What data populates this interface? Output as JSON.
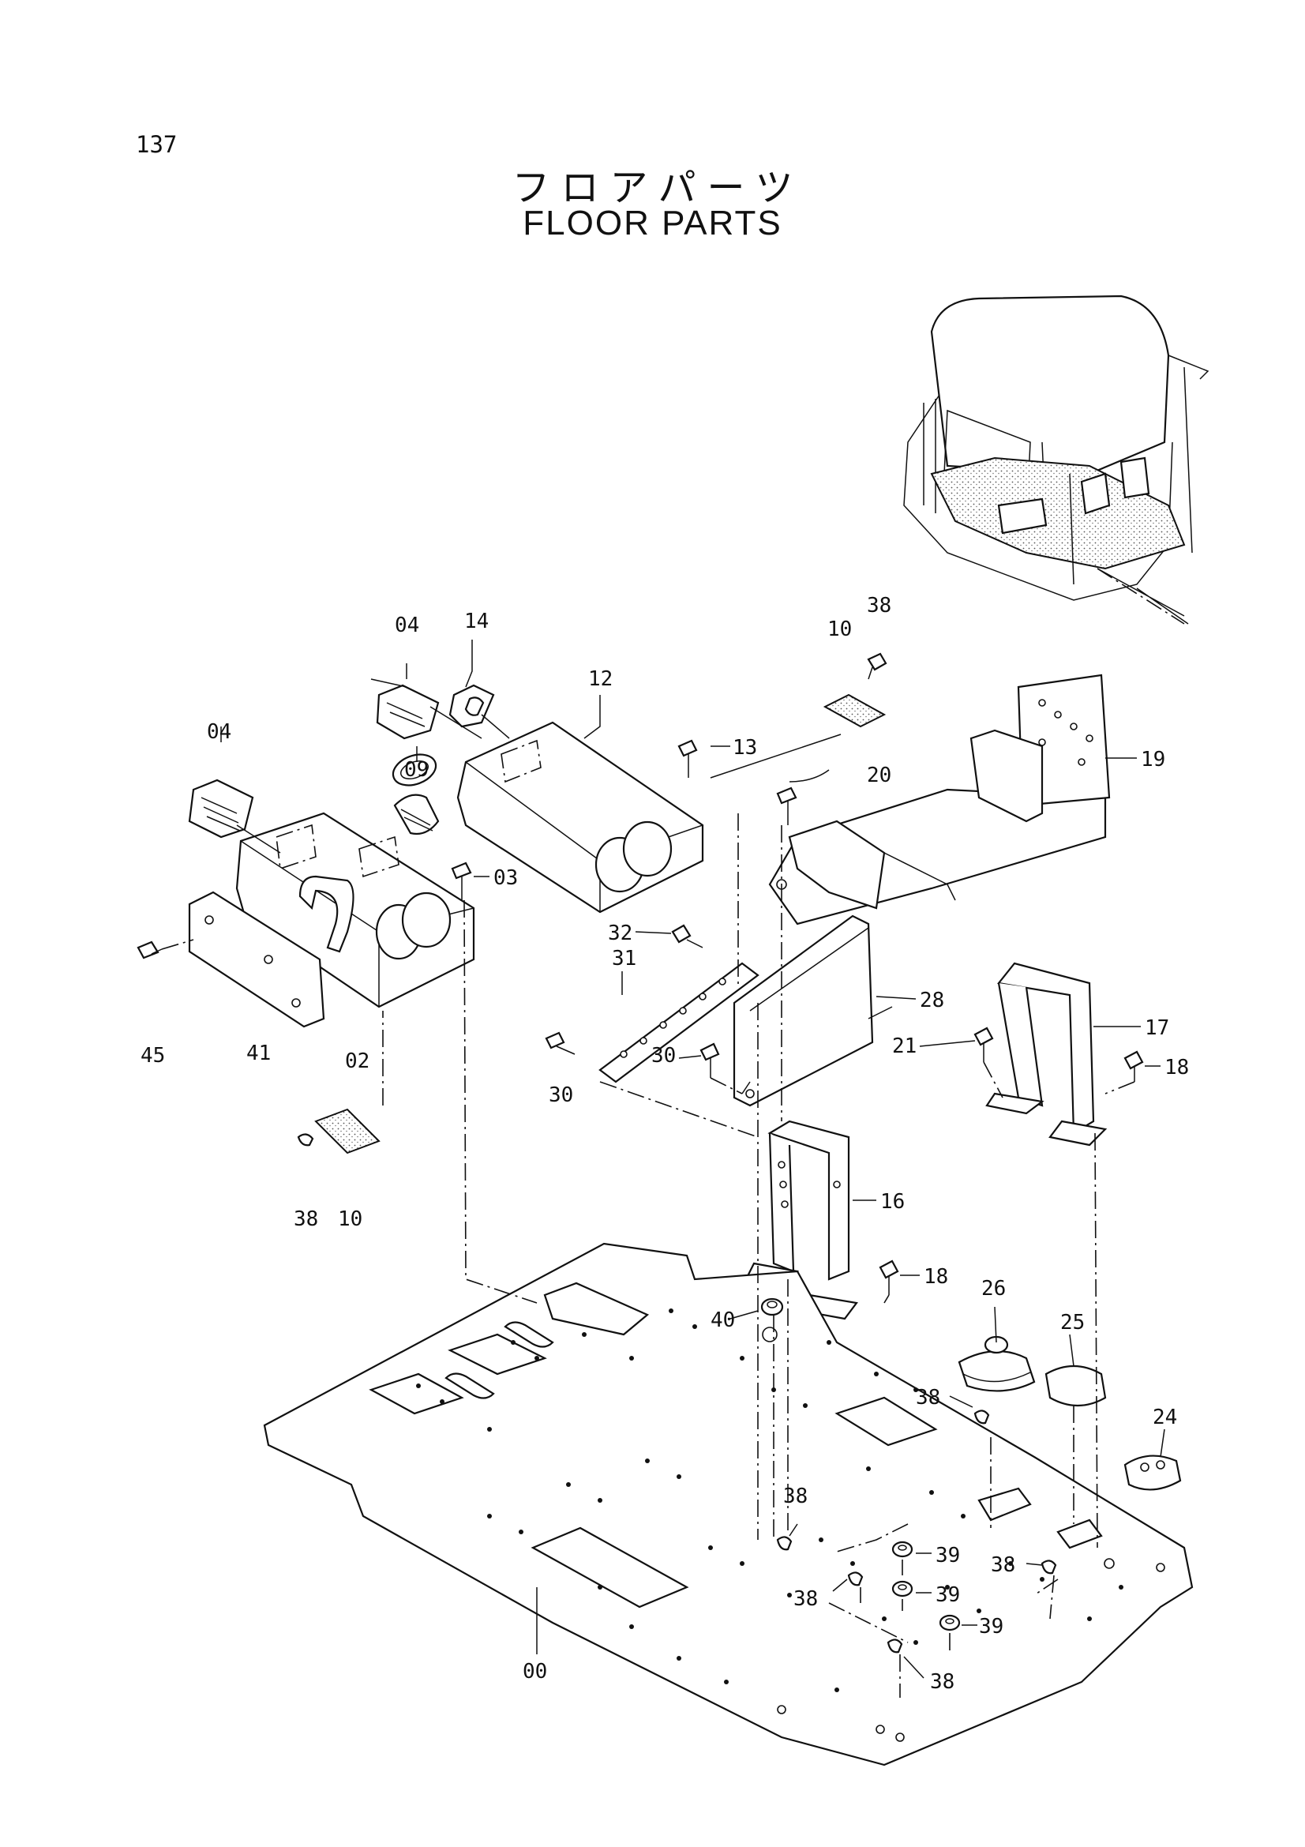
{
  "header": {
    "page_number": "137",
    "title_jp": "フロアパーツ",
    "title_en": "FLOOR PARTS"
  },
  "callouts": [
    {
      "id": "c04a",
      "label": "04"
    },
    {
      "id": "c14",
      "label": "14"
    },
    {
      "id": "c12",
      "label": "12"
    },
    {
      "id": "c10a",
      "label": "10"
    },
    {
      "id": "c38a",
      "label": "38"
    },
    {
      "id": "c04b",
      "label": "04"
    },
    {
      "id": "c09",
      "label": "09"
    },
    {
      "id": "c13",
      "label": "13"
    },
    {
      "id": "c20",
      "label": "20"
    },
    {
      "id": "c19",
      "label": "19"
    },
    {
      "id": "c03",
      "label": "03"
    },
    {
      "id": "c32",
      "label": "32"
    },
    {
      "id": "c31",
      "label": "31"
    },
    {
      "id": "c28",
      "label": "28"
    },
    {
      "id": "c17",
      "label": "17"
    },
    {
      "id": "c21",
      "label": "21"
    },
    {
      "id": "c18a",
      "label": "18"
    },
    {
      "id": "c45",
      "label": "45"
    },
    {
      "id": "c41",
      "label": "41"
    },
    {
      "id": "c02",
      "label": "02"
    },
    {
      "id": "c30a",
      "label": "30"
    },
    {
      "id": "c30b",
      "label": "30"
    },
    {
      "id": "c16",
      "label": "16"
    },
    {
      "id": "c38b",
      "label": "38"
    },
    {
      "id": "c10b",
      "label": "10"
    },
    {
      "id": "c18b",
      "label": "18"
    },
    {
      "id": "c26",
      "label": "26"
    },
    {
      "id": "c40",
      "label": "40"
    },
    {
      "id": "c25",
      "label": "25"
    },
    {
      "id": "c38c",
      "label": "38"
    },
    {
      "id": "c24",
      "label": "24"
    },
    {
      "id": "c38d",
      "label": "38"
    },
    {
      "id": "c39a",
      "label": "39"
    },
    {
      "id": "c38e",
      "label": "38"
    },
    {
      "id": "c39b",
      "label": "39"
    },
    {
      "id": "c38f",
      "label": "38"
    },
    {
      "id": "c39c",
      "label": "39"
    },
    {
      "id": "c00",
      "label": "00"
    },
    {
      "id": "c38g",
      "label": "38"
    }
  ]
}
